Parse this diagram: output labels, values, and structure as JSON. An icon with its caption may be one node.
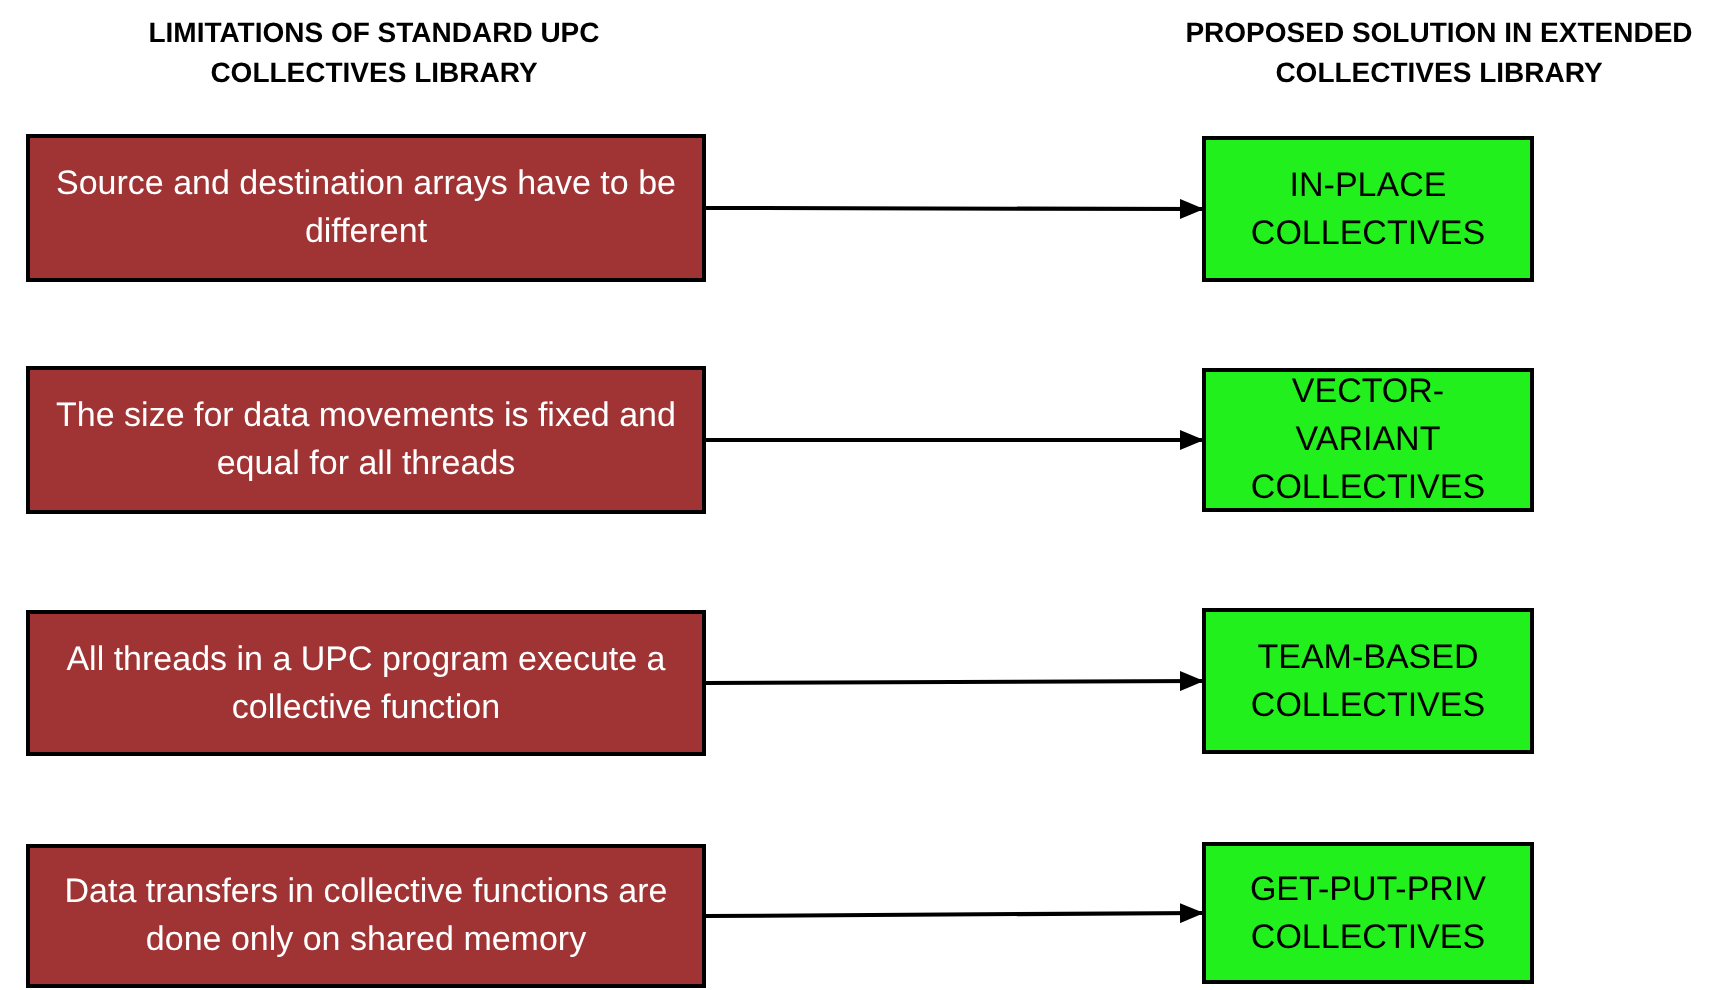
{
  "diagram": {
    "nodes": [
      {
        "text": [
          "Source and destination arrays have to be different"
        ]
      },
      {
        "text": [
          "The size for data movements is fixed and equal for all threads"
        ]
      },
      {
        "text": [
          "All threads in a UPC program execute a collective function"
        ]
      },
      {
        "text": [
          "Data transfers in collective functions are done only on shared memory"
        ]
      },
      {
        "text": [
          "IN-PLACE COLLECTIVES"
        ]
      },
      {
        "text": [
          "VECTOR-VARIANT COLLECTIVES"
        ]
      },
      {
        "text": [
          "TEAM-BASED COLLECTIVES"
        ]
      },
      {
        "text": [
          "GET-PUT-PRIV COLLECTIVES"
        ]
      }
    ],
    "edges": [
      {
        "from": 0,
        "to": 4,
        "arrow": "to"
      },
      {
        "from": 1,
        "to": 5,
        "arrow": "to"
      },
      {
        "from": 2,
        "to": 6,
        "arrow": "to"
      },
      {
        "from": 3,
        "to": 7,
        "arrow": "to"
      }
    ],
    "labels": [
      "LIMITATIONS OF STANDARD UPC COLLECTIVES LIBRARY",
      "PROPOSED SOLUTION IN EXTENDED COLLECTIVES LIBRARY"
    ]
  }
}
